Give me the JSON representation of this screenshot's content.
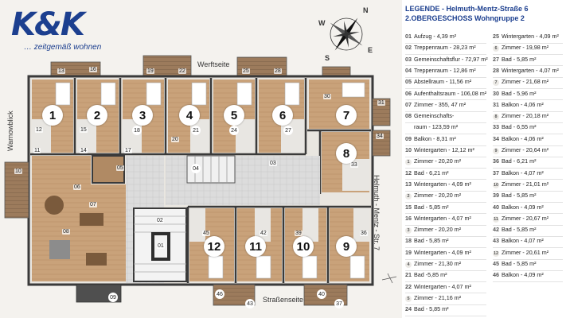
{
  "brand": {
    "logo": "K&K",
    "tagline": "… zeitgemäß wohnen"
  },
  "compass": {
    "n": "N",
    "e": "E",
    "s": "S",
    "w": "W"
  },
  "streets": {
    "top": "Werftseite",
    "left": "Warnowblick",
    "right": "Helmuth - Mentz - Str. 7",
    "bottom": "Straßenseite"
  },
  "units": [
    "1",
    "2",
    "3",
    "4",
    "5",
    "6",
    "7",
    "8",
    "12",
    "11",
    "10",
    "9"
  ],
  "room_tags": [
    "13",
    "16",
    "19",
    "22",
    "25",
    "28",
    "31",
    "34",
    "33",
    "30",
    "12",
    "15",
    "18",
    "21",
    "24",
    "27",
    "10",
    "05",
    "04",
    "03",
    "06",
    "07",
    "08",
    "02",
    "01",
    "09",
    "45",
    "42",
    "39",
    "36",
    "43",
    "40",
    "37",
    "46",
    "20",
    "17",
    "14",
    "11"
  ],
  "legend": {
    "title": "LEGENDE - Helmuth-Mentz-Straße 6",
    "subtitle": "2.OBERGESCHOSS Wohngruppe 2",
    "left": [
      {
        "n": "01",
        "t": "Aufzug - 4,39 m²"
      },
      {
        "n": "02",
        "t": "Treppenraum - 28,23 m²"
      },
      {
        "n": "03",
        "t": "Gemeinschaftsflur - 72,97 m²"
      },
      {
        "n": "04",
        "t": "Treppenraum - 12,86 m²"
      },
      {
        "n": "05",
        "t": "Abstellraum - 11,56 m²"
      },
      {
        "n": "06",
        "t": "Aufenthaltsraum - 106,08 m²"
      },
      {
        "n": "07",
        "t": "Zimmer - 355, 47 m²"
      },
      {
        "n": "08",
        "t": "Gemeinschafts-"
      },
      {
        "n": "",
        "t": "raum - 123,59 m²"
      },
      {
        "n": "09",
        "t": "Balkon - 8,31 m²"
      },
      {
        "n": "10",
        "t": "Wintergarten - 12,12 m²"
      },
      {
        "n": "1",
        "t": "Zimmer - 20,20 m²",
        "c": true
      },
      {
        "n": "12",
        "t": "Bad - 6,21 m²"
      },
      {
        "n": "13",
        "t": "Wintergarten - 4,09 m²"
      },
      {
        "n": "2",
        "t": "Zimmer - 20,20 m²",
        "c": true
      },
      {
        "n": "15",
        "t": "Bad - 5,85 m²"
      },
      {
        "n": "16",
        "t": "Wintergarten - 4,07 m²"
      },
      {
        "n": "3",
        "t": "Zimmer - 20,20 m²",
        "c": true
      },
      {
        "n": "18",
        "t": "Bad - 5,85 m²"
      },
      {
        "n": "19",
        "t": "Wintergarten - 4,09 m²"
      },
      {
        "n": "4",
        "t": "Zimmer - 21,30 m²",
        "c": true
      },
      {
        "n": "21",
        "t": "Bad -5,85 m²"
      },
      {
        "n": "22",
        "t": "Wintergarten - 4,07 m²"
      },
      {
        "n": "5",
        "t": "Zimmer - 21,16 m²",
        "c": true
      },
      {
        "n": "24",
        "t": "Bad - 5,85 m²"
      }
    ],
    "right": [
      {
        "n": "25",
        "t": "Wintergarten - 4,09 m²"
      },
      {
        "n": "6",
        "t": "Zimmer - 19,98 m²",
        "c": true
      },
      {
        "n": "27",
        "t": "Bad - 5,85 m²"
      },
      {
        "n": "28",
        "t": "Wintergarten - 4,07 m²"
      },
      {
        "n": "7",
        "t": "Zimmer - 21,68 m²",
        "c": true
      },
      {
        "n": "30",
        "t": "Bad - 5,96 m²"
      },
      {
        "n": "31",
        "t": "Balkon - 4,06 m²"
      },
      {
        "n": "8",
        "t": "Zimmer - 20,18 m²",
        "c": true
      },
      {
        "n": "33",
        "t": "Bad - 6,55 m²"
      },
      {
        "n": "34",
        "t": "Balkon - 4,06 m²"
      },
      {
        "n": "9",
        "t": "Zimmer - 20,64 m²",
        "c": true
      },
      {
        "n": "36",
        "t": "Bad - 6,21 m²"
      },
      {
        "n": "37",
        "t": "Balkon - 4,07 m²"
      },
      {
        "n": "10",
        "t": "Zimmer - 21,01 m²",
        "c": true
      },
      {
        "n": "39",
        "t": "Bad - 5,85 m²"
      },
      {
        "n": "40",
        "t": "Balkon - 4,09 m²"
      },
      {
        "n": "11",
        "t": "Zimmer - 20,67 m²",
        "c": true
      },
      {
        "n": "42",
        "t": "Bad - 5,85 m²"
      },
      {
        "n": "43",
        "t": "Balkon - 4,07 m²"
      },
      {
        "n": "12",
        "t": "Zimmer - 20,61 m²",
        "c": true
      },
      {
        "n": "45",
        "t": "Bad - 5,85 m²"
      },
      {
        "n": "46",
        "t": "Balkon - 4,09 m²"
      }
    ]
  },
  "colors": {
    "brand": "#1c3f8f",
    "wall": "#4a4a4a",
    "floor_wood": "#c9a27a",
    "floor_grey": "#d6d6d6",
    "bath": "#e8e6e2"
  }
}
